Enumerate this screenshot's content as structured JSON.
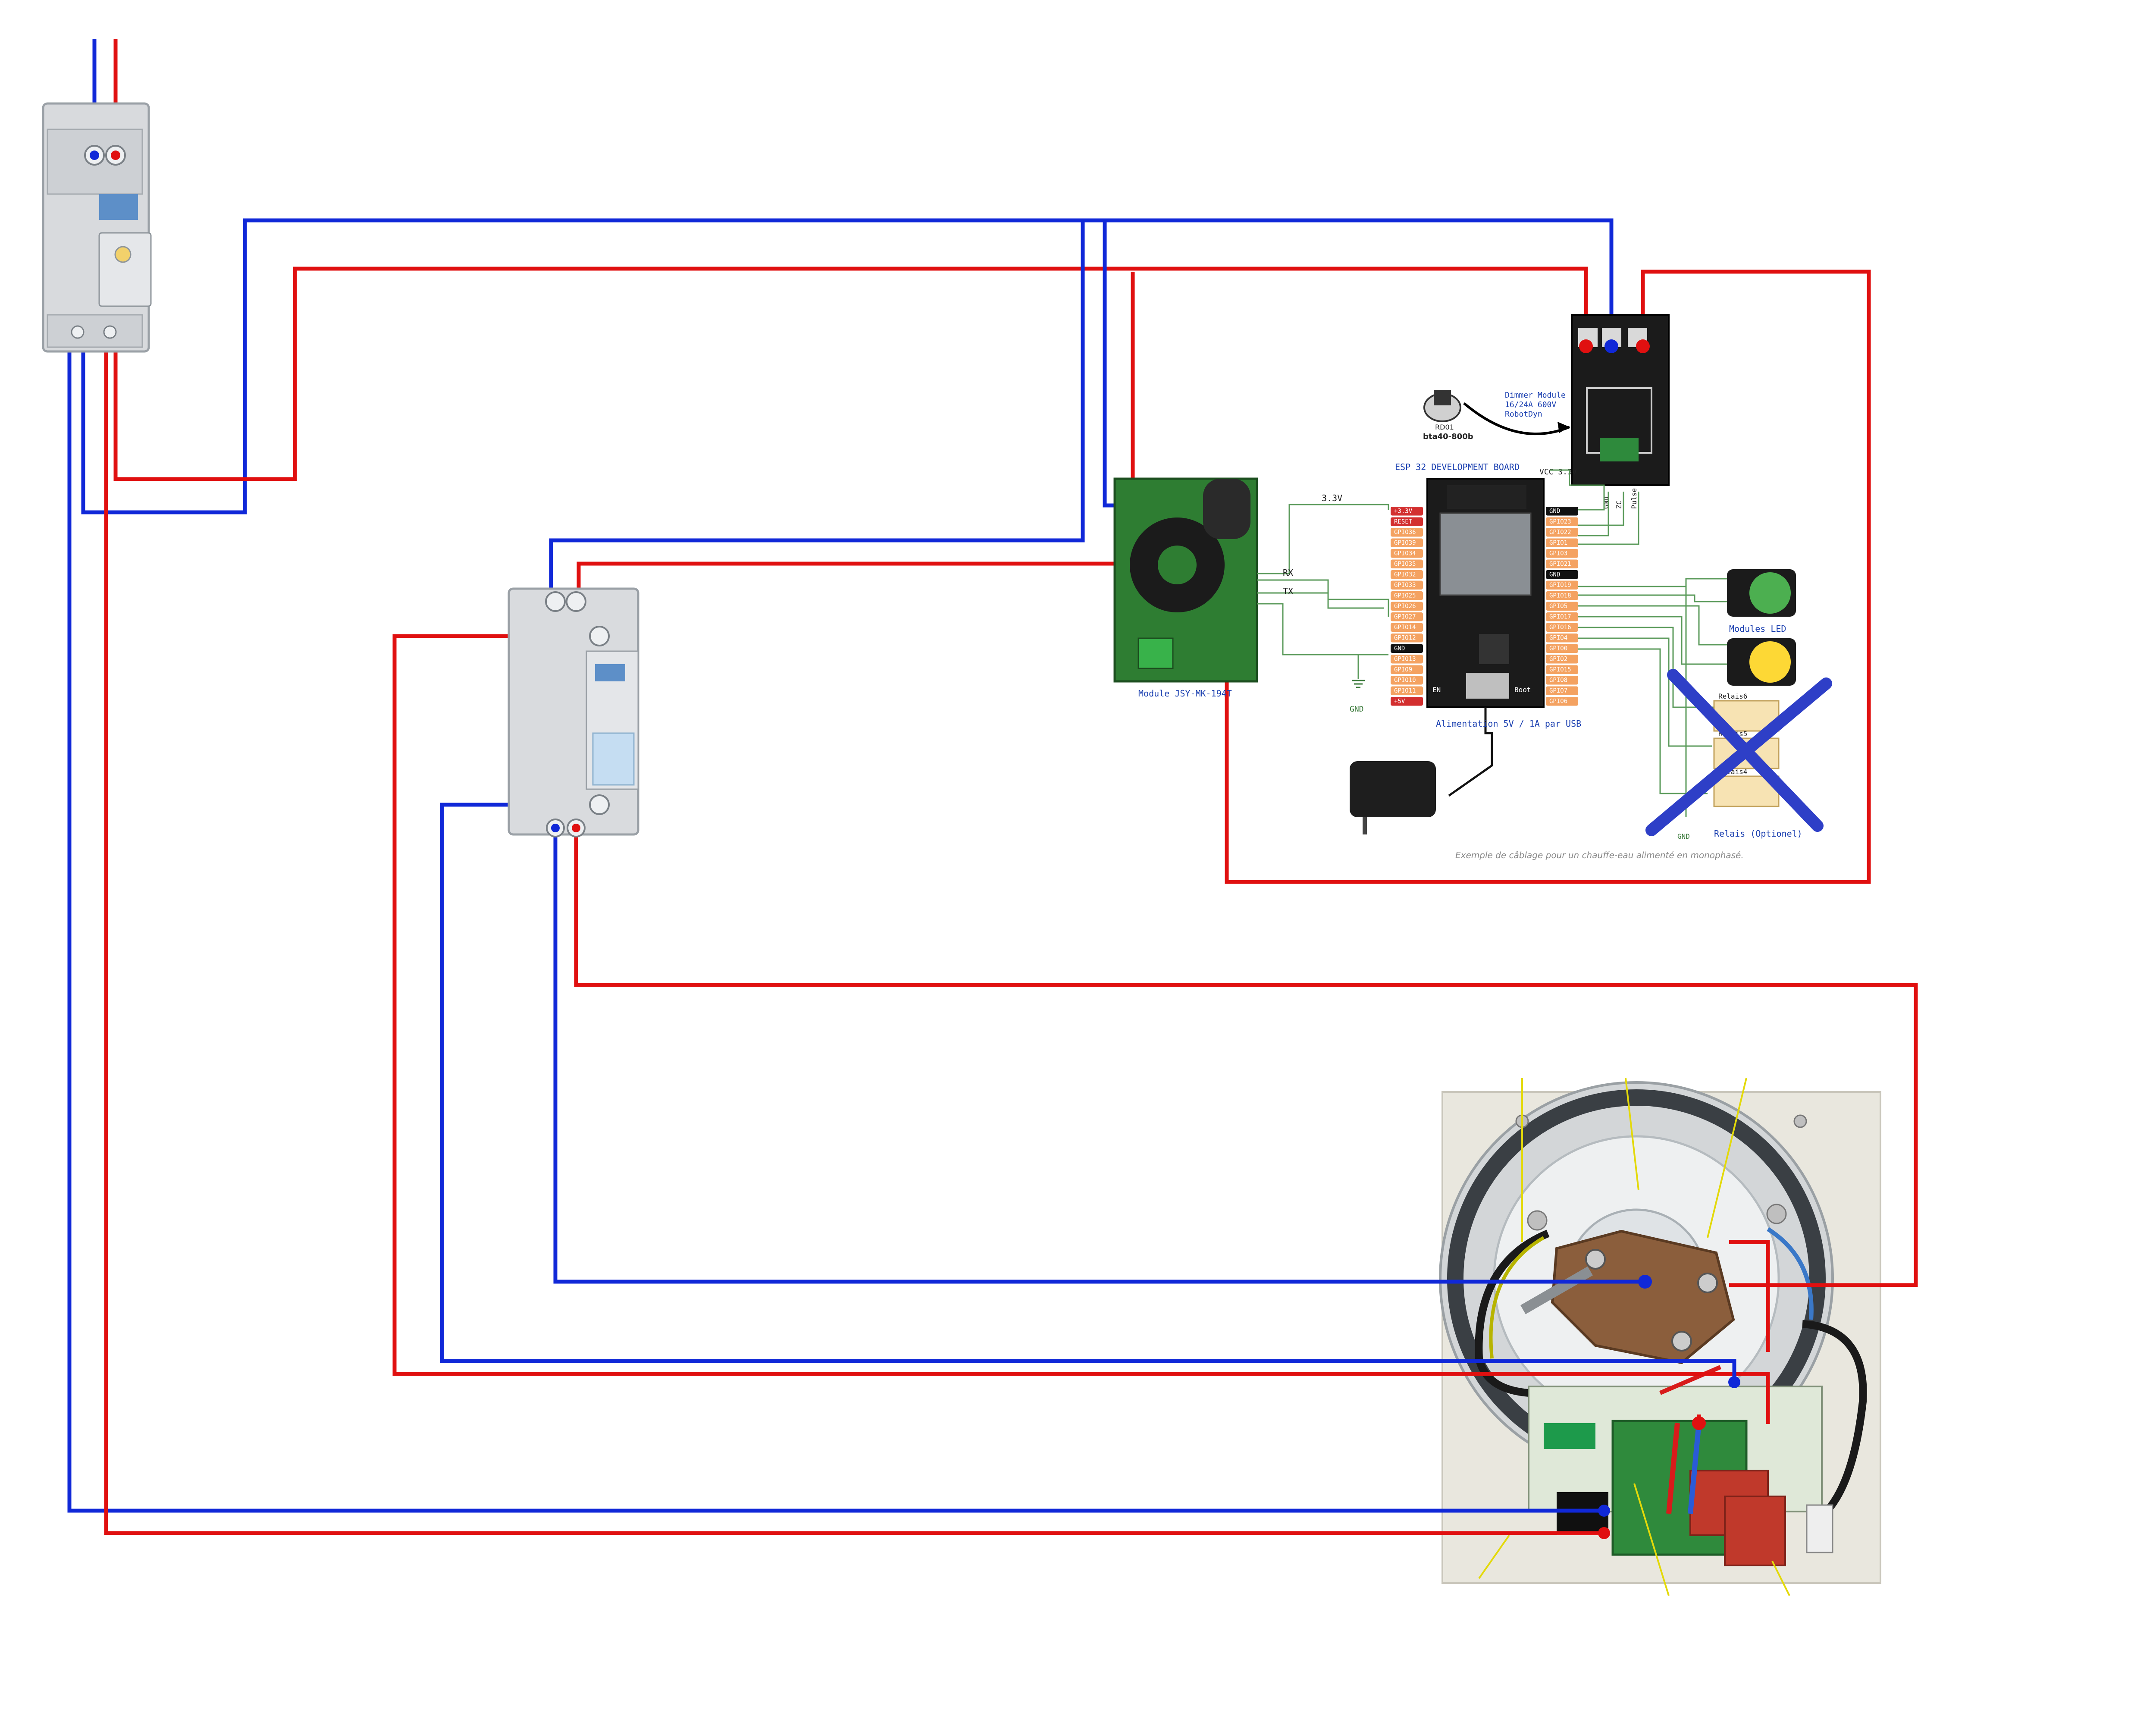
{
  "colors": {
    "live_wire": "#e01010",
    "neutral_wire": "#1028d8",
    "breaker_body": "#cfd2d6",
    "board_green": "#2e7d32",
    "board_black": "#1b1b1b",
    "pin_red": "#d32f2f",
    "pin_orange": "#f4a261",
    "cross": "#2e3fc7",
    "led_green": "#4caf50",
    "led_yellow": "#fdd835"
  },
  "components": {
    "breaker": {
      "icon": "circuit-breaker-icon"
    },
    "contactor": {
      "icon": "contactor-icon"
    },
    "dimmer": {
      "title": "Dimmer Module",
      "rating": "16/24A 600V",
      "maker": "RobotDyn",
      "heatsink_ref": "RD01",
      "triac": "bta40-800b",
      "vcc_label": "VCC 3.3V",
      "gnd_label": "GND",
      "zc_label": "ZC",
      "pulse_label": "Pulse"
    },
    "esp32": {
      "title": "ESP 32 DEVELOPMENT BOARD",
      "left_pins": [
        "+3.3V",
        "RESET",
        "GPIO36",
        "GPIO39",
        "GPIO34",
        "GPIO35",
        "GPIO32",
        "GPIO33",
        "GPIO25",
        "GPIO26",
        "GPIO27",
        "GPIO14",
        "GPIO12",
        "GND",
        "GPIO13",
        "GPIO9",
        "GPIO10",
        "GPIO11",
        "+5V"
      ],
      "right_pins": [
        "GND",
        "GPIO23",
        "GPIO22",
        "GPIO1",
        "GPIO3",
        "GPIO21",
        "GND",
        "GPIO19",
        "GPIO18",
        "GPIO5",
        "GPIO17",
        "GPIO16",
        "GPIO4",
        "GPIO0",
        "GPIO2",
        "GPIO15",
        "GPIO8",
        "GPIO7",
        "GPIO6"
      ],
      "boot_label": "Boot",
      "en_label": "EN"
    },
    "jsy": {
      "label": "Module JSY-MK-194T",
      "rx": "RX",
      "tx": "TX",
      "v33": "3.3V",
      "gnd": "GND"
    },
    "power": {
      "label": "Alimentation 5V / 1A par USB",
      "icon": "usb-power-adapter-icon"
    },
    "leds": {
      "label": "Modules LED"
    },
    "relays": {
      "label": "Relais (Optionel)",
      "names": [
        "Relais6",
        "Relais5",
        "Relais4"
      ],
      "gnd": "GND"
    },
    "caption": "Exemple de câblage pour un chauffe-eau alimenté en monophasé.",
    "heater": {
      "icon": "water-heater-thermostat-photo"
    }
  }
}
